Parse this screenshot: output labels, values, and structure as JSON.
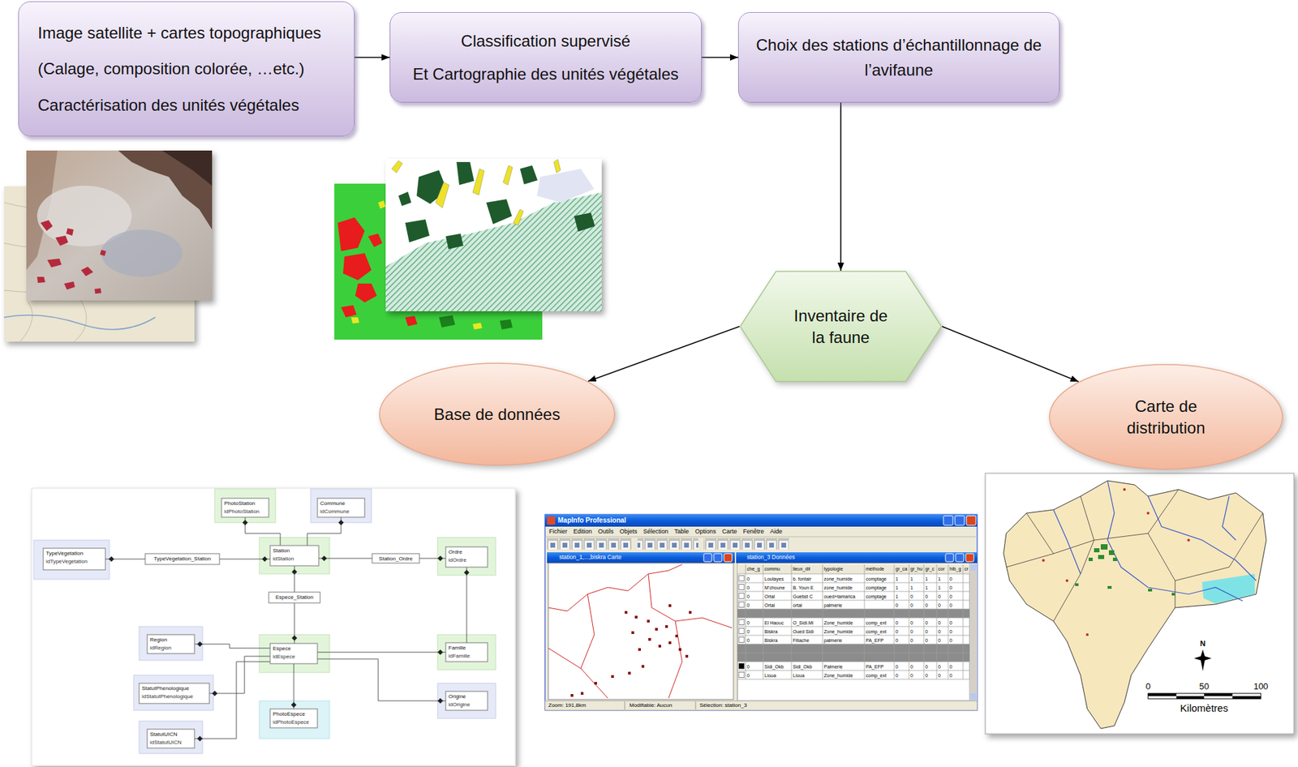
{
  "diagram": {
    "nodes": [
      {
        "text": [
          "Image satellite + cartes topographiques",
          "(Calage, composition colorée, …etc.)",
          "Caractérisation des unités végétales"
        ]
      },
      {
        "text": [
          "Classification supervisé",
          "Et Cartographie des unités végétales"
        ]
      },
      {
        "text": [
          "Choix des stations d’échantillonnage de l’avifaune"
        ]
      },
      {
        "text": [
          "Inventaire de la faune"
        ]
      },
      {
        "text": [
          "Base de données"
        ]
      },
      {
        "text": [
          "Carte de distribution"
        ]
      }
    ],
    "edges": [
      {
        "from": 0,
        "to": 1,
        "arrow": "to"
      },
      {
        "from": 1,
        "to": 2,
        "arrow": "to"
      },
      {
        "from": 2,
        "to": 3,
        "arrow": "to"
      },
      {
        "from": 3,
        "to": 4,
        "arrow": "to"
      },
      {
        "from": 3,
        "to": 5,
        "arrow": "to"
      }
    ],
    "labels": [
      "TypeVegetation",
      "idTypeVegetation",
      "TypeVegetation_Station",
      "PhotoStation",
      "idPhotoStation",
      "Commune",
      "idCommune",
      "Station",
      "idStation",
      "Station_Ordre",
      "Ordre",
      "idOrdre",
      "Espece_Station",
      "Region",
      "idRegion",
      "Espece",
      "idEspece",
      "Famille",
      "idFamille",
      "StatutPhenologique",
      "idStatutPhenologique",
      "PhotoEspece",
      "idPhotoEspece",
      "Origine",
      "idOrigine",
      "StatutUICN",
      "idStatutUICN",
      "MapInfo Professional",
      "Fichier",
      "Edition",
      "Outils",
      "Objets",
      "Sélection",
      "Table",
      "Options",
      "Carte",
      "Fenêtre",
      "Aide",
      "station_1,...,biskra Carte",
      "station_3 Données",
      "che_g",
      "commu",
      "lieux_dit",
      "typologie",
      "méthode",
      "gr_ca",
      "gr_hu",
      "gr_c",
      "cor",
      "hib_g",
      "cr",
      "0",
      "Loutayes",
      "b. fontair",
      "zone_humide",
      "comptage",
      "1",
      "1",
      "1",
      "1",
      "0",
      "0",
      "M'choune",
      "B. Youn E",
      "zone_humide",
      "comptage",
      "1",
      "1",
      "1",
      "1",
      "0",
      "0",
      "Ortal",
      "Guebst C",
      "oued+tamarica",
      "comptage",
      "1",
      "0",
      "0",
      "0",
      "0",
      "0",
      "Ortal",
      "ortal",
      "palmerie",
      "0",
      "0",
      "0",
      "0",
      "0",
      "0",
      "El Haouc",
      "O_Sidi.Mi",
      "Zone_humide",
      "comp_ext",
      "0",
      "0",
      "0",
      "0",
      "0",
      "0",
      "Biskra",
      "Oued Sidi",
      "Zone_humide",
      "comp_ext",
      "0",
      "0",
      "0",
      "0",
      "0",
      "0",
      "Biskra",
      "Filiache",
      "palmerie",
      "PA_EFP",
      "0",
      "0",
      "0",
      "0",
      "0",
      "0",
      "Sidi_Okb",
      "Sidi_Okb",
      "Palmerie",
      "PA_EFP",
      "0",
      "0",
      "0",
      "0",
      "0",
      "0",
      "Lioua",
      "Lioua",
      "Zone_humide",
      "comp_ext",
      "0",
      "0",
      "0",
      "0",
      "0",
      "Zoom: 191,8km",
      "Modifiable: Aucun",
      "Sélection: station_3",
      "N",
      "0",
      "50",
      "100",
      "Kilomètres"
    ]
  }
}
